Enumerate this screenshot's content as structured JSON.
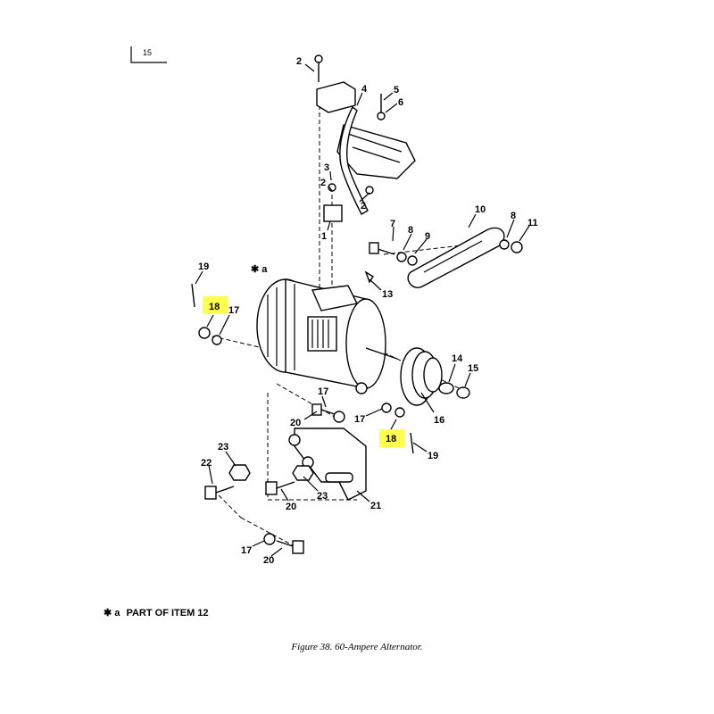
{
  "page_number": "15",
  "footnote": {
    "marker": "✱ a",
    "text": "PART OF ITEM 12"
  },
  "figure_caption": "Figure 38.  60-Ampere Alternator.",
  "alternator_callout": "✱ a",
  "callouts": [
    {
      "id": "c-2a",
      "text": "2"
    },
    {
      "id": "c-4",
      "text": "4"
    },
    {
      "id": "c-5",
      "text": "5"
    },
    {
      "id": "c-6",
      "text": "6"
    },
    {
      "id": "c-3",
      "text": "3"
    },
    {
      "id": "c-2b",
      "text": "2"
    },
    {
      "id": "c-2c",
      "text": "2"
    },
    {
      "id": "c-1",
      "text": "1"
    },
    {
      "id": "c-10",
      "text": "10"
    },
    {
      "id": "c-7",
      "text": "7"
    },
    {
      "id": "c-8a",
      "text": "8"
    },
    {
      "id": "c-9",
      "text": "9"
    },
    {
      "id": "c-8b",
      "text": "8"
    },
    {
      "id": "c-11",
      "text": "11"
    },
    {
      "id": "c-19a",
      "text": "19"
    },
    {
      "id": "c-13",
      "text": "13"
    },
    {
      "id": "c-18a",
      "text": "18",
      "highlight": true
    },
    {
      "id": "c-17a",
      "text": "17"
    },
    {
      "id": "c-14",
      "text": "14"
    },
    {
      "id": "c-15",
      "text": "15"
    },
    {
      "id": "c-17b",
      "text": "17"
    },
    {
      "id": "c-20a",
      "text": "20"
    },
    {
      "id": "c-17c",
      "text": "17"
    },
    {
      "id": "c-16",
      "text": "16"
    },
    {
      "id": "c-18b",
      "text": "18",
      "highlight": true
    },
    {
      "id": "c-19b",
      "text": "19"
    },
    {
      "id": "c-23a",
      "text": "23"
    },
    {
      "id": "c-22",
      "text": "22"
    },
    {
      "id": "c-23b",
      "text": "23"
    },
    {
      "id": "c-20b",
      "text": "20"
    },
    {
      "id": "c-21",
      "text": "21"
    },
    {
      "id": "c-17d",
      "text": "17"
    },
    {
      "id": "c-20c",
      "text": "20"
    }
  ],
  "highlight_color": "#ffff4d"
}
